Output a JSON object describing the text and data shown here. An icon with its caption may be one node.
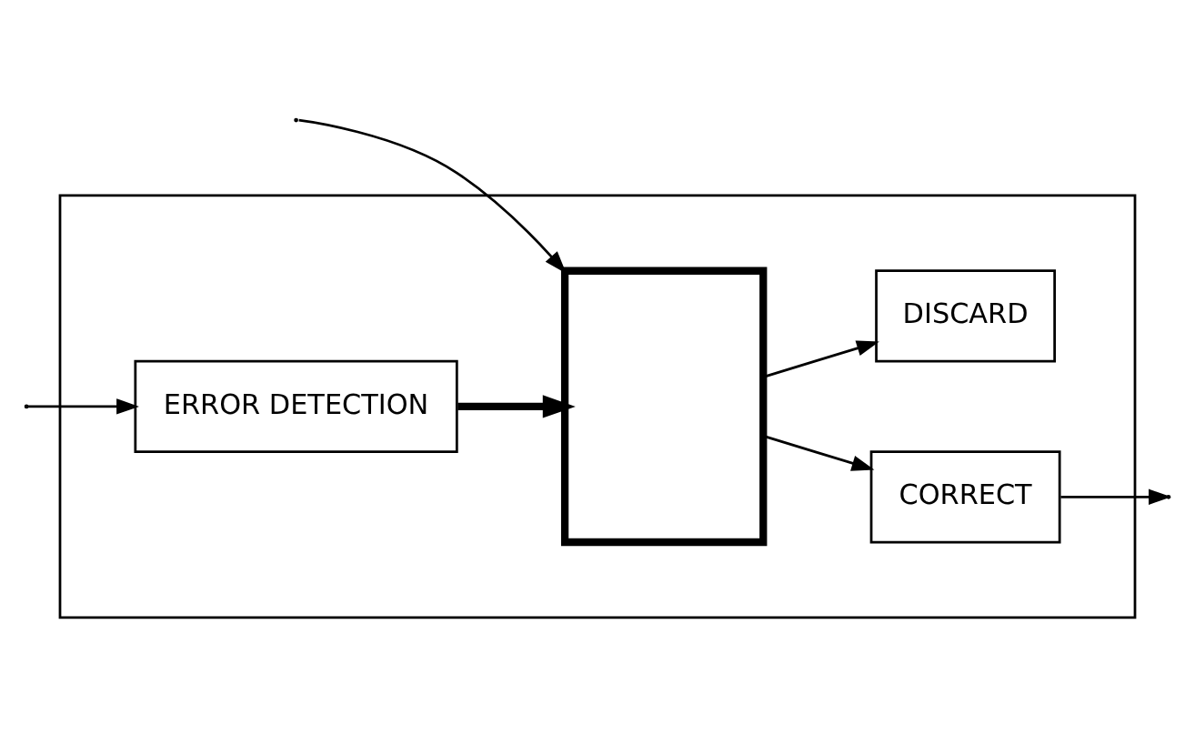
{
  "diagram": {
    "nodes": [
      {
        "text": [],
        "shape": "box"
      },
      {
        "text": [
          "ERROR DETECTION"
        ],
        "in": 0
      },
      {
        "text": [],
        "shape": "box",
        "in": 0
      },
      {
        "text": [
          "CORRECT"
        ],
        "in": 0
      },
      {
        "text": [
          "DISCARD"
        ],
        "in": 0
      }
    ],
    "edges": [
      {
        "from": null,
        "to": 2,
        "arrow": "to"
      },
      {
        "from": null,
        "to": 1,
        "arrow": "to"
      },
      {
        "from": 1,
        "to": 2,
        "arrow": "to",
        "style": "thick"
      },
      {
        "from": 2,
        "to": 3,
        "arrow": "to"
      },
      {
        "from": 2,
        "to": 4,
        "arrow": "to"
      },
      {
        "from": 3,
        "to": null,
        "arrow": "to"
      }
    ]
  }
}
